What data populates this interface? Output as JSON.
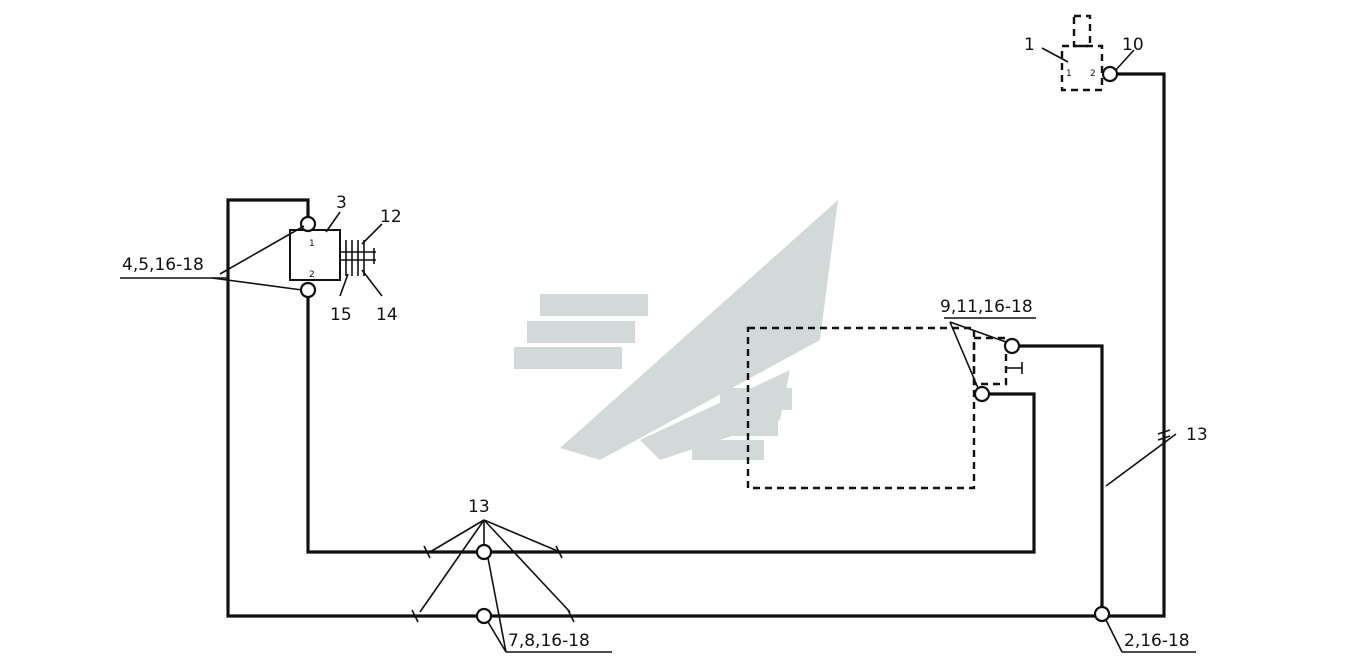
{
  "labels": {
    "n1": "1",
    "n10": "10",
    "n3": "3",
    "n12": "12",
    "n15": "15",
    "n14": "14",
    "group_4_5": "4,5,16-18",
    "group_9_11": "9,11,16-18",
    "n13_right": "13",
    "n13_bottom": "13",
    "group_7_8": "7,8,16-18",
    "group_2": "2,16-18"
  },
  "pins": {
    "comp1_pin1": "1",
    "comp1_pin2": "2",
    "comp3_pin1": "1",
    "comp3_pin2": "2"
  },
  "colors": {
    "line": "#111111",
    "watermark": "#d3d8d8"
  }
}
